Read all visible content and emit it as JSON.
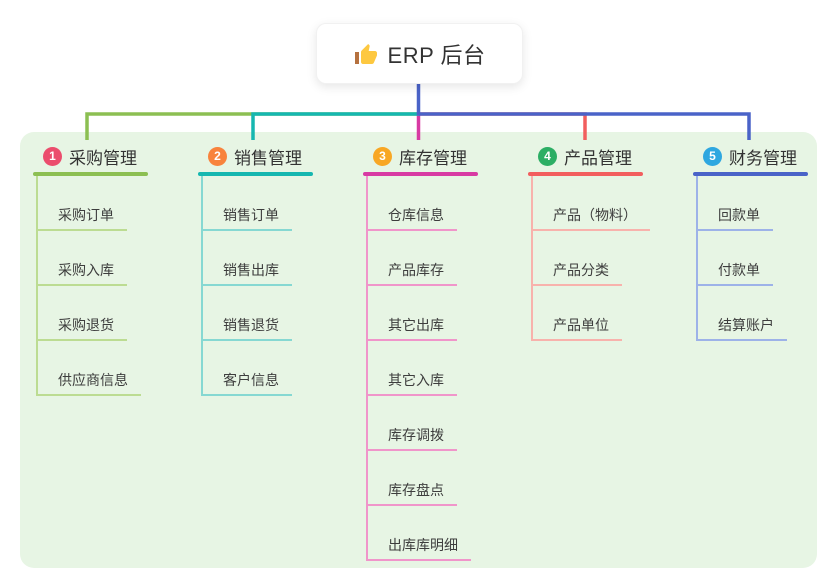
{
  "root": {
    "title": "ERP 后台",
    "icon": "thumbs-up-icon"
  },
  "colors": {
    "panel_background": "#e7f5e4",
    "root_line_blue": "#4a63c8",
    "branch_1_line": "#8cbf52",
    "branch_1_child_line": "#bcdc92",
    "branch_1_badge": "#eb4d6d",
    "branch_2_line": "#16b7b0",
    "branch_2_child_line": "#86d8d2",
    "branch_2_badge": "#f8833c",
    "branch_3_line": "#d83aa3",
    "branch_3_child_line": "#f095ca",
    "branch_3_badge": "#f8a724",
    "branch_4_line": "#f25e5e",
    "branch_4_child_line": "#f8b2ac",
    "branch_4_badge": "#2cae64",
    "branch_5_line": "#4a63c8",
    "branch_5_child_line": "#9db2e8",
    "branch_5_badge": "#2ea7e0",
    "title_text": "#333333",
    "item_text": "#3d3d3d"
  },
  "branches": [
    {
      "index": "1",
      "title": "采购管理",
      "items": [
        "采购订单",
        "采购入库",
        "采购退货",
        "供应商信息"
      ]
    },
    {
      "index": "2",
      "title": "销售管理",
      "items": [
        "销售订单",
        "销售出库",
        "销售退货",
        "客户信息"
      ]
    },
    {
      "index": "3",
      "title": "库存管理",
      "items": [
        "仓库信息",
        "产品库存",
        "其它出库",
        "其它入库",
        "库存调拨",
        "库存盘点",
        "出库库明细"
      ]
    },
    {
      "index": "4",
      "title": "产品管理",
      "items": [
        "产品（物料）",
        "产品分类",
        "产品单位"
      ]
    },
    {
      "index": "5",
      "title": "财务管理",
      "items": [
        "回款单",
        "付款单",
        "结算账户"
      ]
    }
  ]
}
